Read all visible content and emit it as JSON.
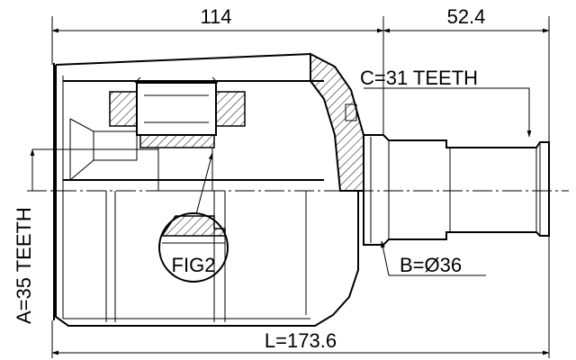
{
  "drawing": {
    "dim_inboard_length": "114",
    "dim_stub_length": "52.4",
    "spline_c": "C=31 TEETH",
    "spline_a": "A=35 TEETH",
    "stub_diameter": "B=Ø36",
    "overall_length": "L=173.6",
    "detail_label": "FIG2"
  }
}
